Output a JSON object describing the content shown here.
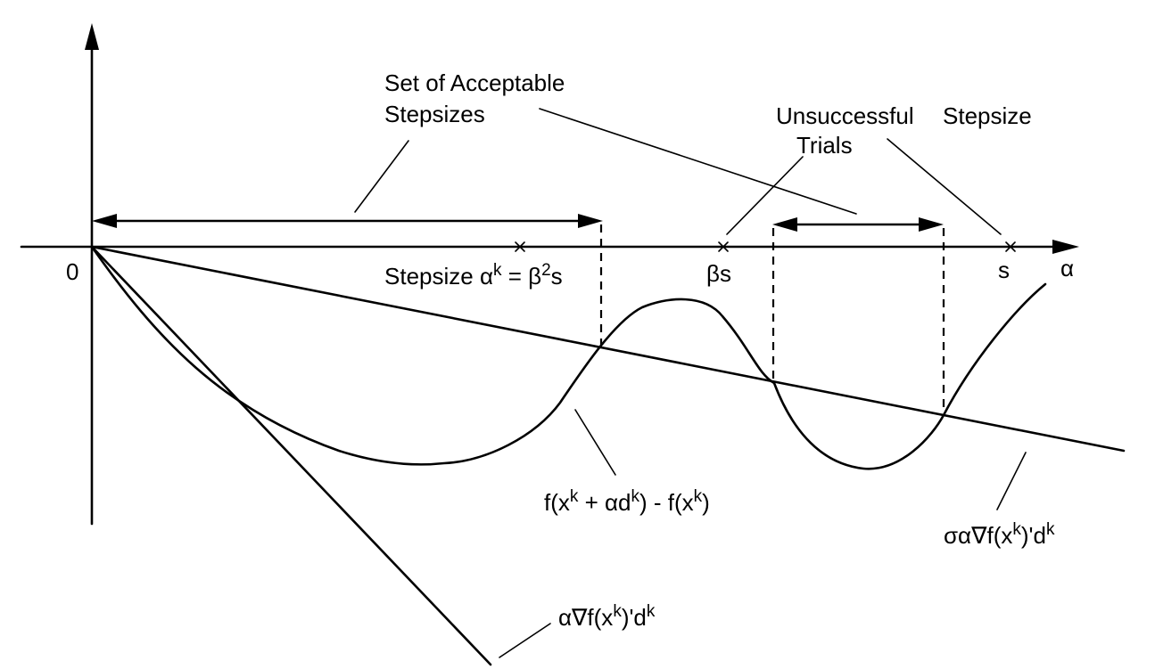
{
  "labels": {
    "origin": "0",
    "alpha_axis": "α",
    "acceptable_line1": "Set of Acceptable",
    "acceptable_line2": "Stepsizes",
    "unsuccessful_line1": "Unsuccessful",
    "unsuccessful_stepsize": "Stepsize",
    "unsuccessful_line2": "Trials",
    "stepsize_text": "Stepsize α",
    "stepsize_sup_k": "k",
    "stepsize_eq": " = β",
    "stepsize_sup_2": "2",
    "stepsize_s": "s",
    "beta_s": "βs",
    "s": "s",
    "curve_f_a": "f(x",
    "curve_f_b": "k",
    "curve_f_c": " + αd",
    "curve_f_d": "k",
    "curve_f_e": ") - f(x",
    "curve_f_f": "k",
    "curve_f_g": ")",
    "sigma_a": "σα∇f(x",
    "sigma_b": "k",
    "sigma_c": ")'d",
    "sigma_d": "k",
    "grad_a": "α∇f(x",
    "grad_b": "k",
    "grad_c": ")'d",
    "grad_d": "k"
  }
}
